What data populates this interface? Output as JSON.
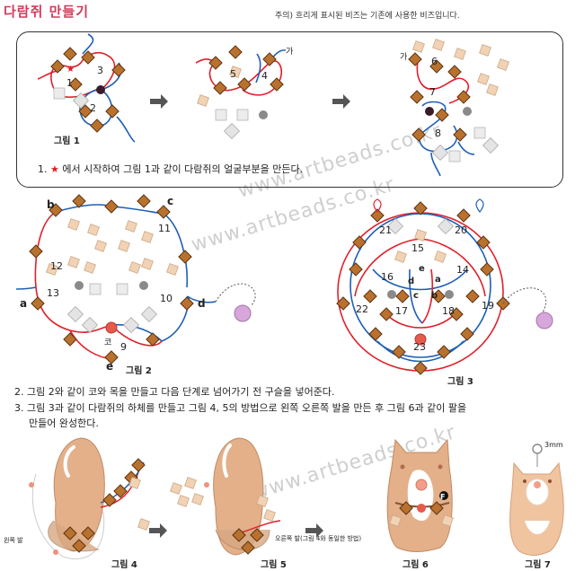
{
  "header": {
    "title": "다람쥐 만들기",
    "note": "주의) 흐리게 표시된 비즈는 기존에 사용한 비즈입니다."
  },
  "steps": {
    "step1_num": "1.",
    "step1_star": "★",
    "step1_text": "에서 시작하여 그림 1과 같이 다람쥐의 얼굴부분을 만든다.",
    "step2": "2.  그림 2와 같이 코와 목을 만들고 다음 단계로 넘어가기 전 구슬을 넣어준다.",
    "step3_line1": "3.  그림 3과 같이 다람쥐의 하체를 만들고 그림 4, 5의 방법으로 왼쪽 오른쪽 발을 만든 후 그림 6과 같이 팔을",
    "step3_line2": "만들어 완성한다."
  },
  "figures": {
    "fig1": "그림 1",
    "fig2": "그림 2",
    "fig3": "그림 3",
    "fig4": "그림 4",
    "fig5": "그림 5",
    "fig6": "그림 6",
    "fig7": "그림 7"
  },
  "labels": {
    "fig1": [
      "1",
      "2",
      "3"
    ],
    "fig1b": [
      "5",
      "4",
      "가"
    ],
    "fig1c": [
      "가",
      "6",
      "7",
      "8"
    ],
    "fig2_nums": [
      "12",
      "11",
      "13",
      "10",
      "코",
      "9"
    ],
    "fig2_letters": [
      "b",
      "c",
      "a",
      "d",
      "e"
    ],
    "fig3_nums": [
      "21",
      "20",
      "15",
      "16",
      "14",
      "22",
      "17",
      "18",
      "19",
      "23"
    ],
    "fig3_letters": [
      "e",
      "d",
      "a",
      "c",
      "b"
    ],
    "fig4_note": "왼쪽 발",
    "fig5_note": "오른쪽 발(그림 4와 동일한 방법)",
    "fig6_mark": "F",
    "fig7_dim": "3mm"
  },
  "watermarks": [
    "www.artbeads.co.kr",
    "www.artbeads.co.kr",
    "www.artbeads.co.kr"
  ],
  "colors": {
    "title": "#d23b5a",
    "thread_red": "#e0202a",
    "thread_blue": "#1e5fb4",
    "bead_brown": "#b9722e",
    "bead_cream": "#f1d2b5",
    "bead_clear": "#dedede",
    "pearl": "#d7a6da"
  },
  "icons": [
    "arrow-right-icon",
    "star-icon",
    "pearl-bead-icon"
  ]
}
